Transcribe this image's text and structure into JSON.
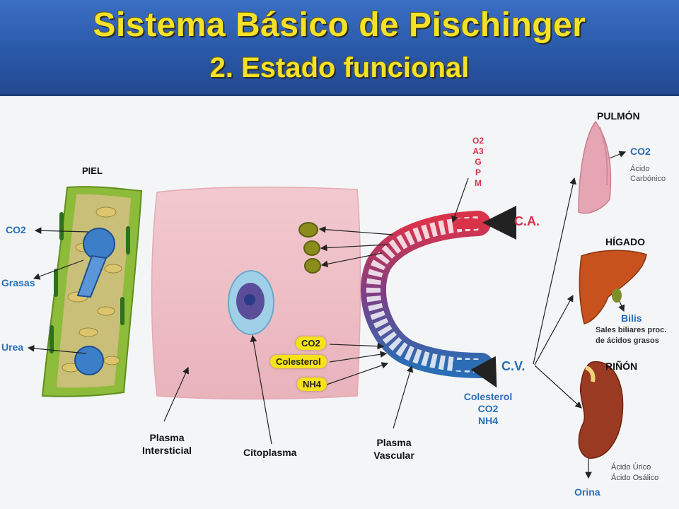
{
  "header": {
    "title": "Sistema Básico de Pischinger",
    "subtitle": "2. Estado funcional"
  },
  "skin": {
    "title": "PIEL",
    "labels": [
      "CO2",
      "Grasas",
      "Urea"
    ]
  },
  "matrix": {
    "pills": [
      "CO2",
      "Colesterol",
      "NH4"
    ]
  },
  "blood": {
    "arterial_components": [
      "O2",
      "A3",
      "G",
      "P",
      "M"
    ],
    "arterial_label": "C.A.",
    "venous_label": "C.V.",
    "venous_outputs": [
      "Colesterol",
      "CO2",
      "NH4"
    ]
  },
  "bottom_labels": {
    "interstitial": [
      "Plasma",
      "Intersticial"
    ],
    "cytoplasm": "Citoplasma",
    "vascular": [
      "Plasma",
      "Vascular"
    ]
  },
  "organs": {
    "lung": {
      "title": "PULMÓN",
      "out": "CO2",
      "desc": [
        "Ácido",
        "Carbónico"
      ]
    },
    "liver": {
      "title": "HÍGADO",
      "out": "Bilis",
      "desc": [
        "Sales biliares proc.",
        "de ácidos grasos"
      ]
    },
    "kidney": {
      "title": "RIÑÓN",
      "desc": [
        "Ácido Úrico",
        "Ácido Osálico"
      ],
      "out": "Orina"
    }
  },
  "colors": {
    "header": "#2a58a8",
    "title_yellow": "#f4e22a",
    "artery_red": "#d8304a",
    "vein_blue": "#2a6db5"
  }
}
